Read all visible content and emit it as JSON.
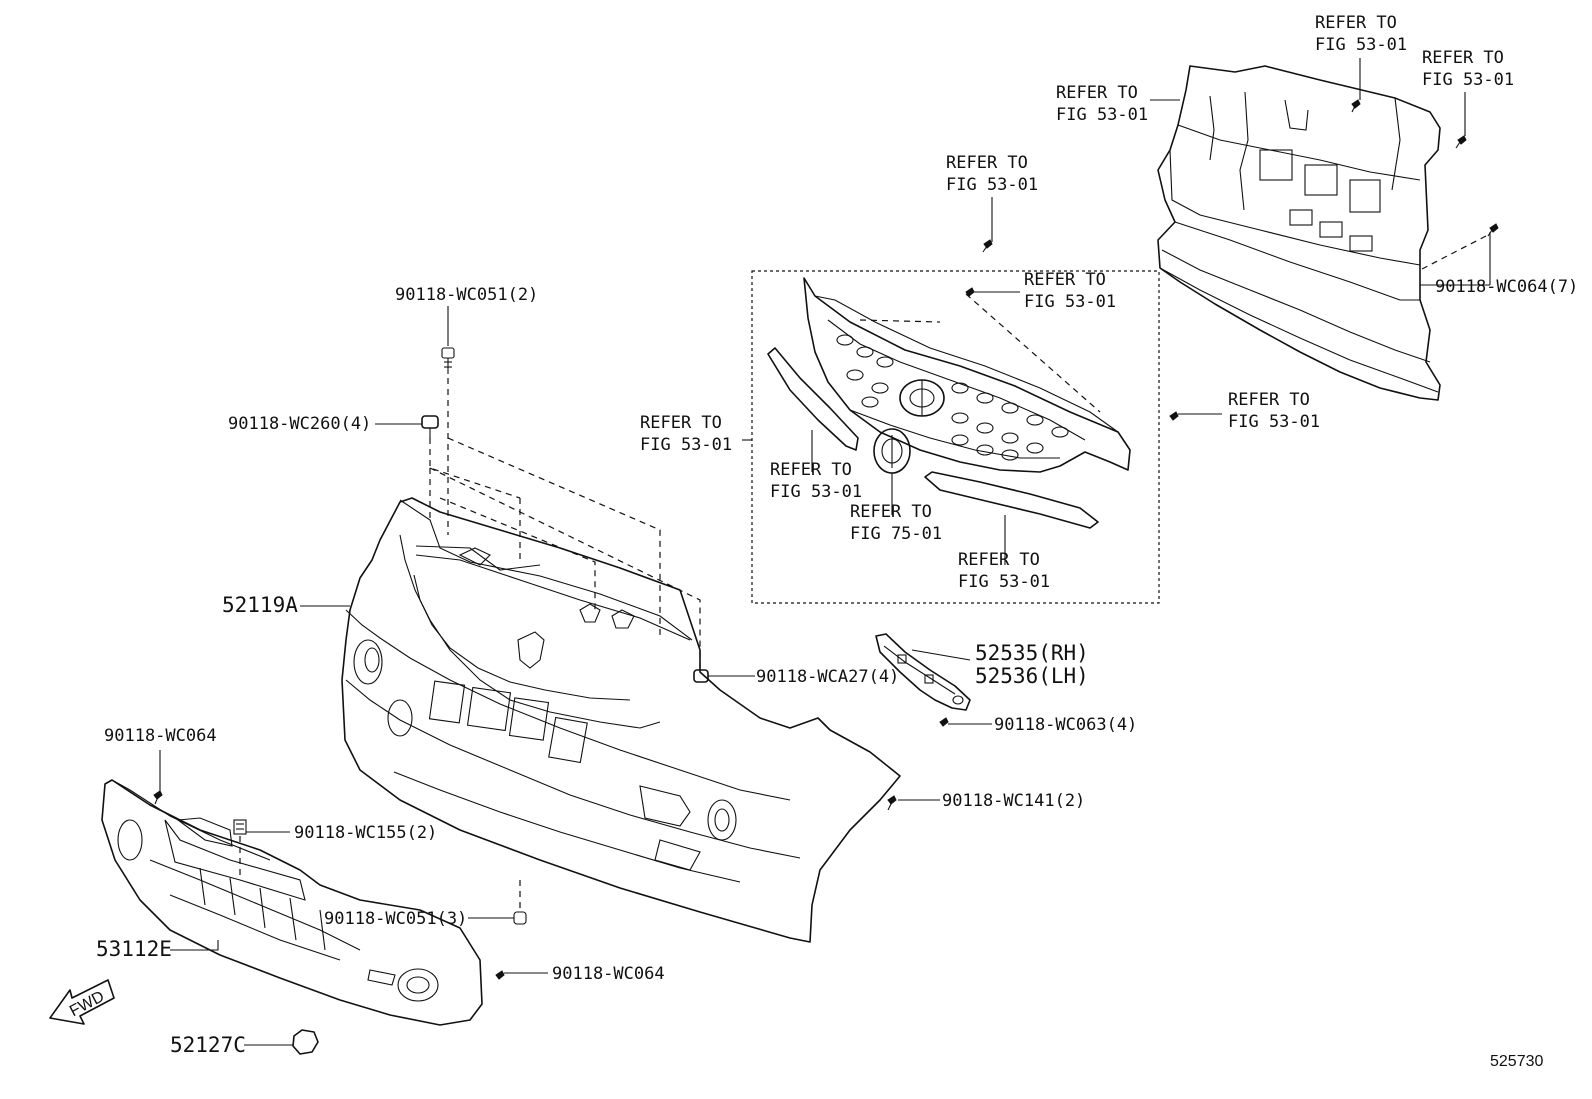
{
  "labels": {
    "refer_top_1": [
      "REFER TO",
      "FIG 53-01"
    ],
    "refer_top_2": [
      "REFER TO",
      "FIG 53-01"
    ],
    "refer_top_3": [
      "REFER TO",
      "FIG 53-01"
    ],
    "refer_grille_top": [
      "REFER TO",
      "FIG 53-01"
    ],
    "refer_grille_bolt": [
      "REFER TO",
      "FIG 53-01"
    ],
    "refer_grille_left": [
      "REFER TO",
      "FIG 53-01"
    ],
    "refer_grille_right": [
      "REFER TO",
      "FIG 53-01"
    ],
    "refer_molding_left": [
      "REFER TO",
      "FIG 53-01"
    ],
    "refer_emblem": [
      "REFER TO",
      "FIG 75-01"
    ],
    "refer_molding_bottom": [
      "REFER TO",
      "FIG 53-01"
    ],
    "p_wc051_2": "90118-WC051(2)",
    "p_wc260_4": "90118-WC260(4)",
    "p_52119a": "52119A",
    "p_wca27_4": "90118-WCA27(4)",
    "p_52535": "52535(RH)",
    "p_52536": "52536(LH)",
    "p_wc063_4": "90118-WC063(4)",
    "p_wc064_7": "90118-WC064(7)",
    "p_wc064_a": "90118-WC064",
    "p_wc155_2": "90118-WC155(2)",
    "p_wc141_2": "90118-WC141(2)",
    "p_wc051_3": "90118-WC051(3)",
    "p_53112e": "53112E",
    "p_wc064_b": "90118-WC064",
    "p_52127c": "52127C",
    "fwd": "FWD",
    "diagram_id": "525730"
  }
}
